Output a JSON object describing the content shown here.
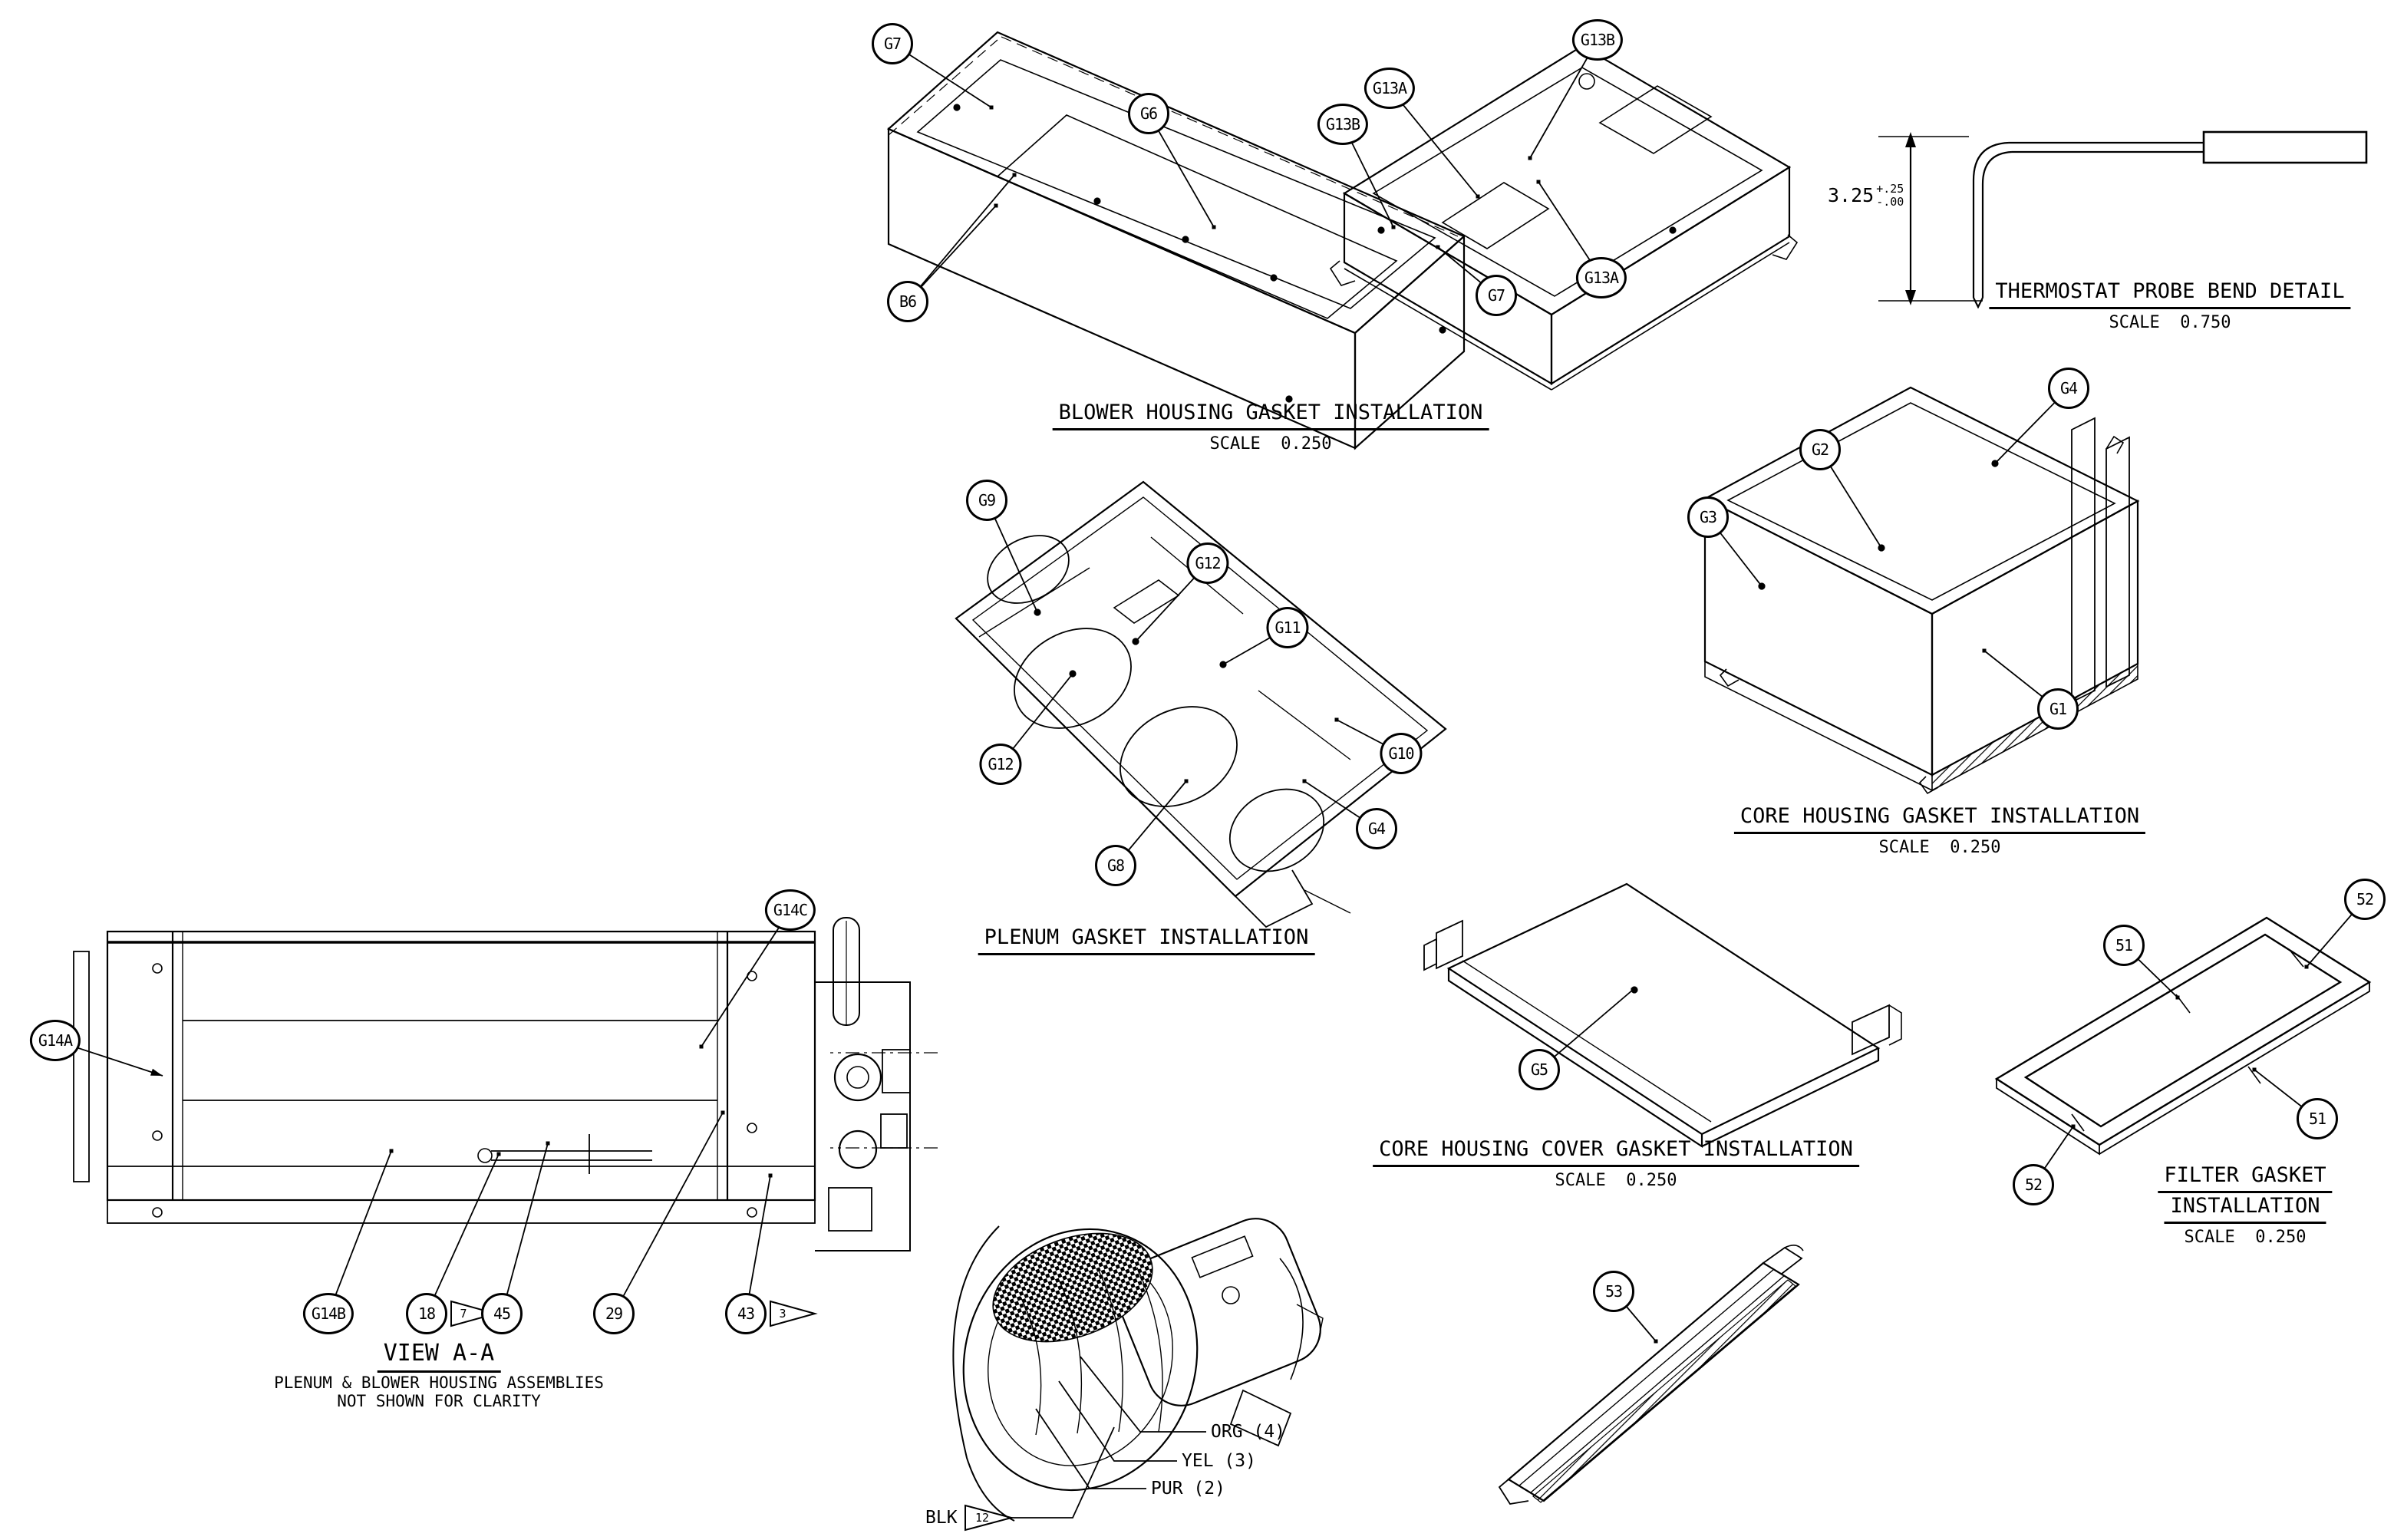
{
  "sheet": {
    "background_color": "#ffffff",
    "line_color": "#000000"
  },
  "views": {
    "blower_housing_gasket": {
      "title": "BLOWER HOUSING GASKET INSTALLATION",
      "scale_label": "SCALE  0.250",
      "balloons": [
        "G7",
        "G6",
        "B6",
        "G7",
        "G13A",
        "G13B",
        "G13B",
        "G13A"
      ]
    },
    "thermostat_probe": {
      "title": "THERMOSTAT PROBE BEND DETAIL",
      "scale_label": "SCALE  0.750",
      "dimension": {
        "value": "3.25",
        "tol_plus": "+.25",
        "tol_minus": "-.00"
      }
    },
    "plenum_gasket": {
      "title": "PLENUM GASKET INSTALLATION",
      "balloons": [
        "G9",
        "G12",
        "G11",
        "G12",
        "G10",
        "G4",
        "G8"
      ]
    },
    "core_housing_gasket": {
      "title": "CORE HOUSING GASKET INSTALLATION",
      "scale_label": "SCALE  0.250",
      "balloons": [
        "G2",
        "G4",
        "G3",
        "G1"
      ]
    },
    "core_housing_cover_gasket": {
      "title": "CORE HOUSING COVER GASKET INSTALLATION",
      "scale_label": "SCALE  0.250",
      "balloons": [
        "G5"
      ]
    },
    "filter_gasket": {
      "title_line1": "FILTER GASKET",
      "title_line2": "INSTALLATION",
      "scale_label": "SCALE  0.250",
      "balloons": [
        "51",
        "52",
        "51",
        "52"
      ]
    },
    "view_a_a": {
      "title": "VIEW A-A",
      "note_line1": "PLENUM & BLOWER HOUSING ASSEMBLIES",
      "note_line2": "NOT SHOWN FOR CLARITY",
      "balloons": [
        "G14A",
        "G14C",
        "G14B",
        "18",
        "45",
        "29",
        "43"
      ],
      "flags": [
        "7",
        "3"
      ]
    },
    "blower_motor_assembly": {
      "wire_labels": [
        "ORG (4)",
        "YEL (3)",
        "PUR (2)",
        "BLK"
      ],
      "flag": "12"
    },
    "channel_gasket": {
      "balloons": [
        "53"
      ]
    }
  }
}
